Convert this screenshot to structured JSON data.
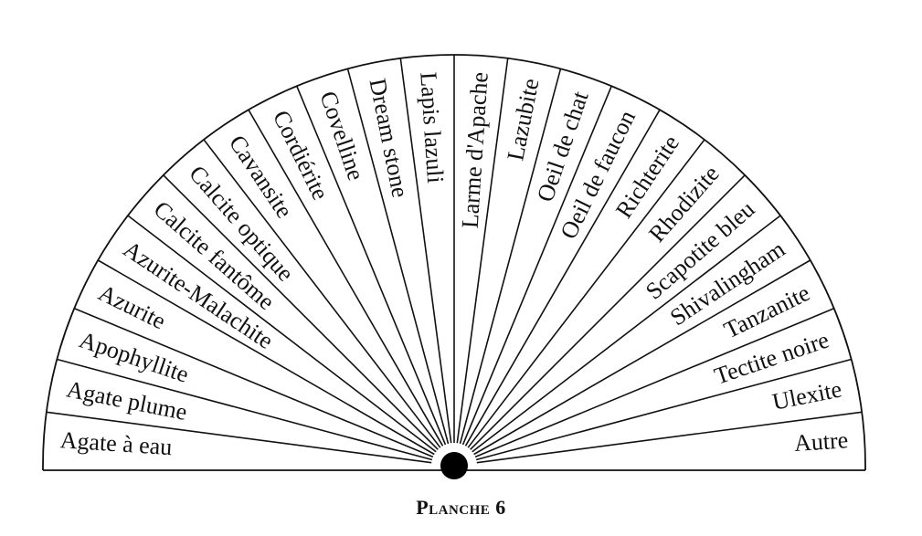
{
  "diagram": {
    "caption": "Planche 6",
    "sectors": [
      "Agate à eau",
      "Agate plume",
      "Apophyllite",
      "Azurite",
      "Azurite-Malachite",
      "Calcite fantôme",
      "Calcite optique",
      "Cavansite",
      "Cordiérite",
      "Covelline",
      "Dream stone",
      "Lapis lazuli",
      "Larme d'Apache",
      "Lazubite",
      "Oeil de chat",
      "Oeil de faucon",
      "Richterite",
      "Rhodizite",
      "Scapotite bleu",
      "Shivalingham",
      "Tanzanite",
      "Tectite noire",
      "Ulexite",
      "Autre"
    ]
  }
}
